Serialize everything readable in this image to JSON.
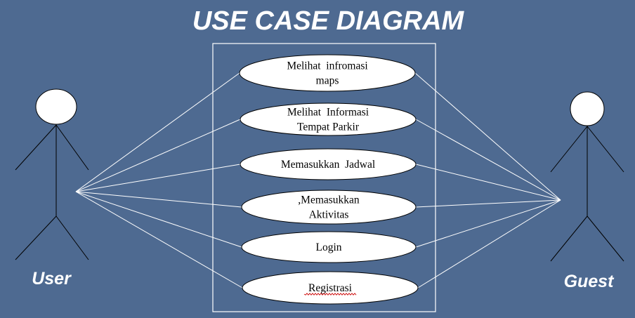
{
  "title": "USE CASE DIAGRAM",
  "actors": [
    {
      "label": "User"
    },
    {
      "label": "Guest"
    }
  ],
  "use_cases": [
    {
      "lines": [
        "Melihat  infromasi",
        "maps"
      ]
    },
    {
      "lines": [
        "Melihat  Informasi",
        "Tempat Parkir"
      ]
    },
    {
      "lines": [
        "Memasukkan  Jadwal"
      ]
    },
    {
      "lines": [
        ",Memasukkan",
        "Aktivitas"
      ]
    },
    {
      "lines": [
        "Login"
      ]
    },
    {
      "lines": [
        "Registrasi"
      ]
    }
  ],
  "colors": {
    "background": "#4e6a91",
    "foreground": "#ffffff",
    "outline": "#000000",
    "spellcheck_underline": "#cc0000"
  }
}
